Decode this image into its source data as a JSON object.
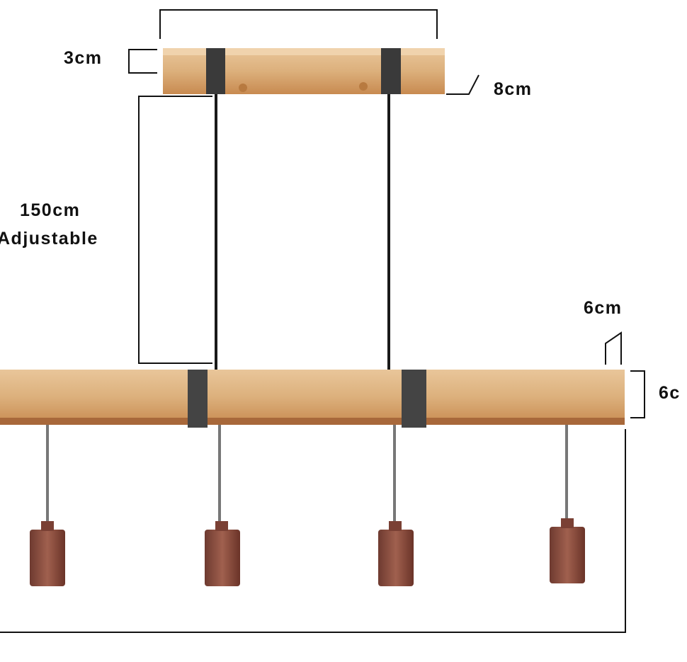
{
  "labels": {
    "canopy_height": "3cm",
    "canopy_width": "8cm",
    "cable_length": "150cm",
    "cable_note": "Adjustable",
    "beam_width": "6cm",
    "beam_height": "6c"
  },
  "colors": {
    "wood_light": "#e2b98a",
    "wood_dark": "#b9783f",
    "metal_dark": "#3a3a3a",
    "socket_copper": "#8a4a3c",
    "line": "#111111"
  },
  "pendant_count": 4
}
